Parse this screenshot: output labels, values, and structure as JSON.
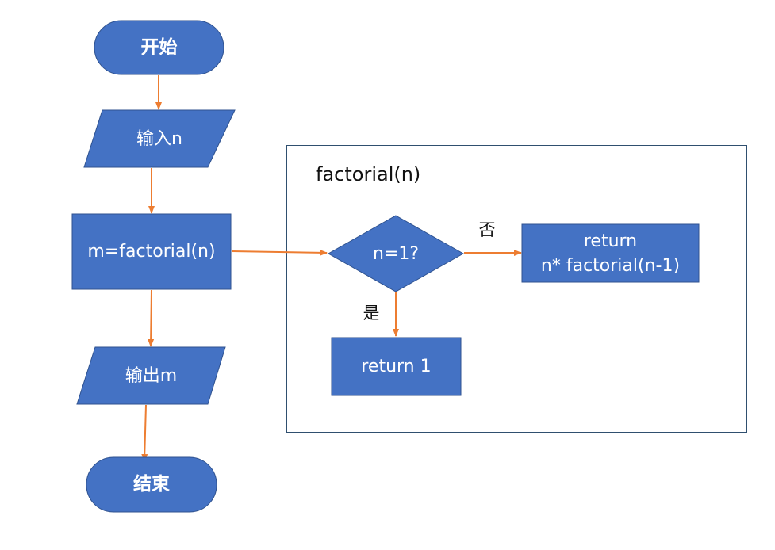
{
  "colors": {
    "node_fill": "#4472c4",
    "node_stroke": "#2f528f",
    "arrow": "#ed7d31",
    "frame_stroke": "#2f4f6f",
    "text_light": "#ffffff",
    "text_dark": "#111111"
  },
  "nodes": {
    "start": "开始",
    "input": "输入n",
    "call": "m=factorial(n)",
    "output": "输出m",
    "end": "结束",
    "decision": "n=1?",
    "return_recursive": "return\nn* factorial(n-1)",
    "return_one": "return 1"
  },
  "frame": {
    "title": "factorial(n)"
  },
  "edge_labels": {
    "no": "否",
    "yes": "是"
  }
}
